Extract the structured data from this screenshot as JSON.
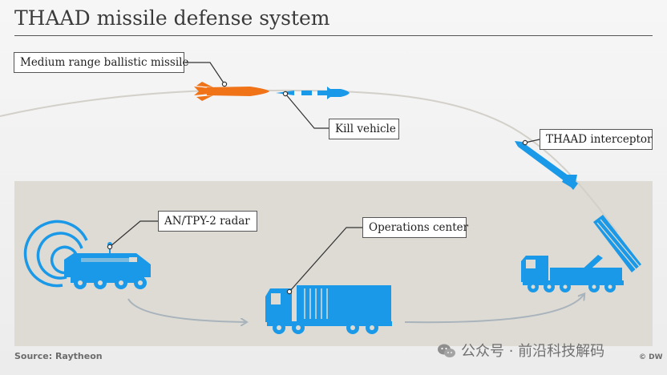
{
  "title": "THAAD missile defense system",
  "labels": {
    "mrbm": "Medium range ballistic missile",
    "kill_vehicle": "Kill vehicle",
    "thaad_interceptor": "THAAD interceptor",
    "radar": "AN/TPY-2 radar",
    "operations_center": "Operations center"
  },
  "source": "Source: Raytheon",
  "watermark": "公众号 · 前沿科技解码",
  "credit": "© DW",
  "colors": {
    "missile": "#f07318",
    "defense": "#1a99e8",
    "ground_band": "#dedbd4",
    "sky": "#f3f3f3",
    "trajectory": "#d3d0c9",
    "flow_arrow": "#a8b3bc"
  },
  "icons": [
    "radar-waves-icon",
    "radar-vehicle-icon",
    "operations-truck-icon",
    "launcher-truck-icon",
    "wechat-logo-icon"
  ]
}
